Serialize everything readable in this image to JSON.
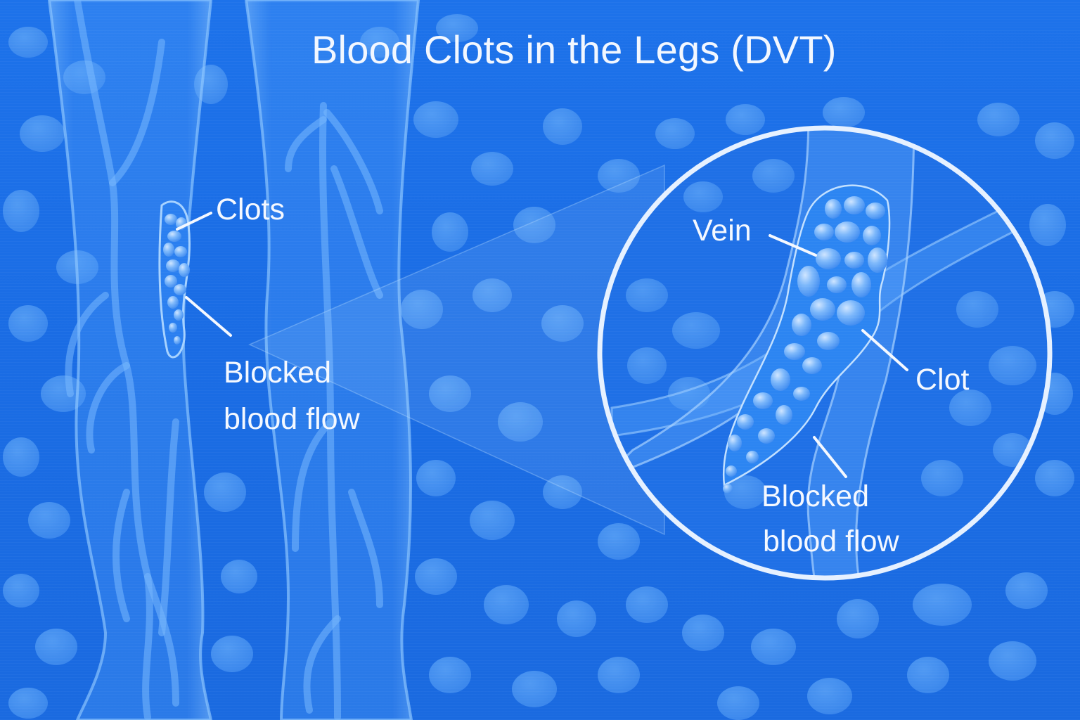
{
  "title": "Blood Clots in the Legs (DVT)",
  "colors": {
    "background": "#1a6ee6",
    "cell": "#4a95f2",
    "leg_outline": "#7fbcff",
    "text": "#f4f8ff",
    "circle_ring": "#e6f1ff"
  },
  "legs_panel": {
    "labels": {
      "clots": "Clots",
      "blocked_line1": "Blocked",
      "blocked_line2": "blood flow"
    }
  },
  "zoom_inset": {
    "labels": {
      "vein": "Vein",
      "clot": "Clot",
      "blocked_line1": "Blocked",
      "blocked_line2": "blood flow"
    }
  }
}
